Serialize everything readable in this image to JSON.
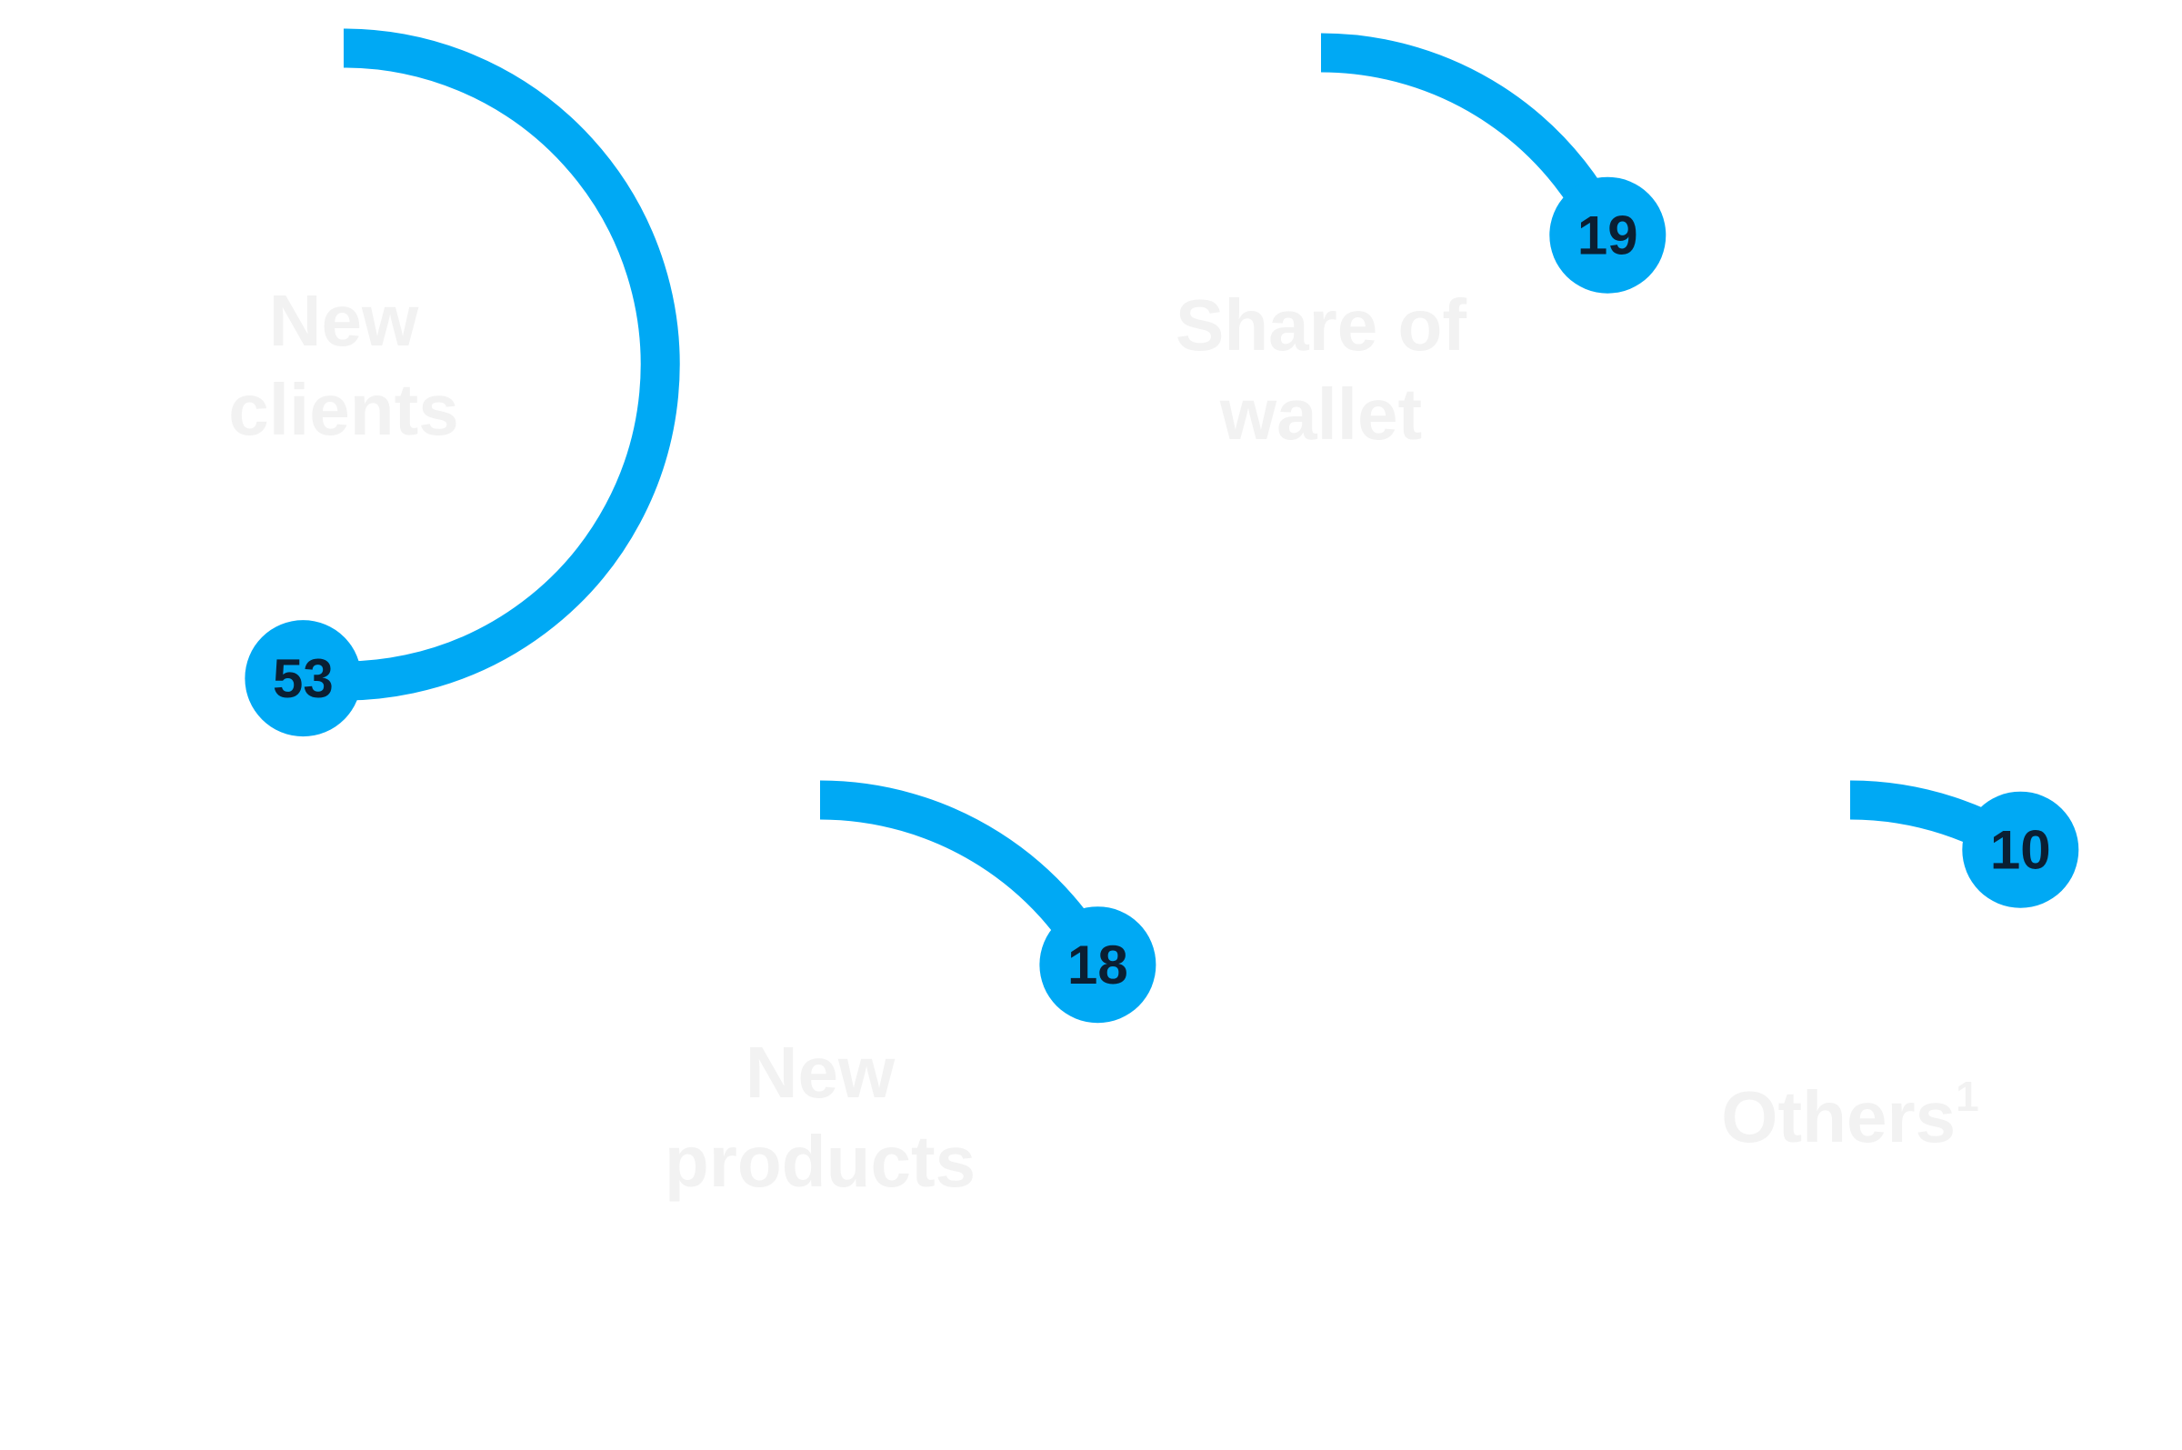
{
  "chart_data": {
    "type": "radial-progress",
    "title": "",
    "unit": "percent",
    "max": 100,
    "accent_color": "#00a9f4",
    "label_color": "#f2f2f2",
    "value_color": "#0a1f33",
    "items": [
      {
        "label_lines": [
          "New",
          "clients"
        ],
        "value": 53,
        "value_label": "53",
        "footnote": ""
      },
      {
        "label_lines": [
          "Share of",
          "wallet"
        ],
        "value": 19,
        "value_label": "19",
        "footnote": ""
      },
      {
        "label_lines": [
          "New",
          "products"
        ],
        "value": 18,
        "value_label": "18",
        "footnote": ""
      },
      {
        "label_lines": [
          "Others"
        ],
        "value": 10,
        "value_label": "10",
        "footnote": "1"
      }
    ]
  }
}
